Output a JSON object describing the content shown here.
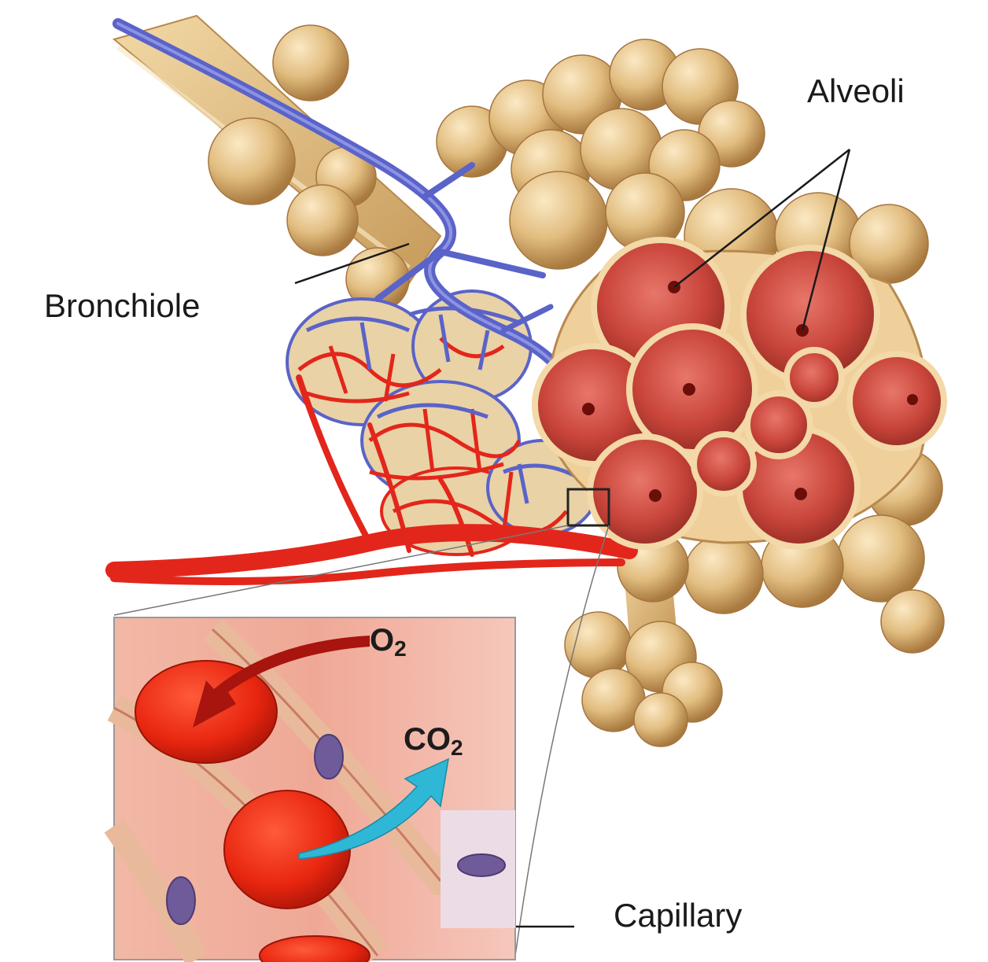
{
  "labels": {
    "alveoli": "Alveoli",
    "bronchiole": "Bronchiole",
    "capillary": "Capillary"
  },
  "gases": {
    "o2_main": "O",
    "o2_sub": "2",
    "co2_main": "CO",
    "co2_sub": "2"
  },
  "colors": {
    "tissue": "#e8c48a",
    "alveolus_inner": "#c9463a",
    "artery": "#e3261b",
    "vein": "#5a63c8",
    "o2_arrow": "#a8140e",
    "co2_arrow": "#2fb7d6"
  }
}
